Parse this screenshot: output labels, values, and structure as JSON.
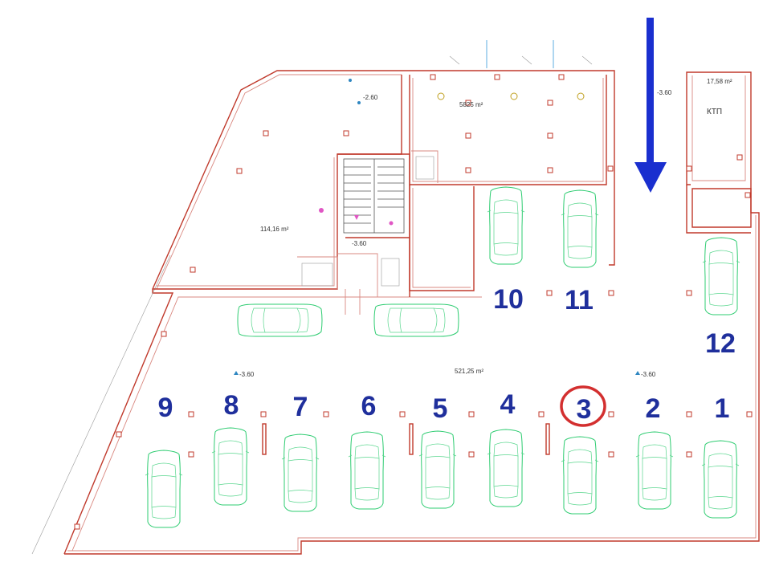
{
  "plan": {
    "areas": {
      "garage": "521,25 m²",
      "storage_left": "114,16 m²",
      "hall_top": "5825 m²",
      "ktp_room": "17,58 m²"
    },
    "levels": {
      "lvl_left_top": "-2.60",
      "lvl_top_right": "-3.60",
      "lvl_stairs": "-3.60",
      "lvl_garage_left": "-3.60",
      "lvl_garage_right": "-3.60"
    },
    "rooms": {
      "ktp": "КТП"
    },
    "highlight": {
      "circled_spot": "3",
      "circle_color": "#d32f2f"
    },
    "entry_arrow": {
      "color": "#1a2fcf",
      "direction": "down"
    },
    "spots": [
      {
        "number": "1"
      },
      {
        "number": "2"
      },
      {
        "number": "3"
      },
      {
        "number": "4"
      },
      {
        "number": "5"
      },
      {
        "number": "6"
      },
      {
        "number": "7"
      },
      {
        "number": "8"
      },
      {
        "number": "9"
      },
      {
        "number": "10"
      },
      {
        "number": "11"
      },
      {
        "number": "12"
      }
    ]
  }
}
